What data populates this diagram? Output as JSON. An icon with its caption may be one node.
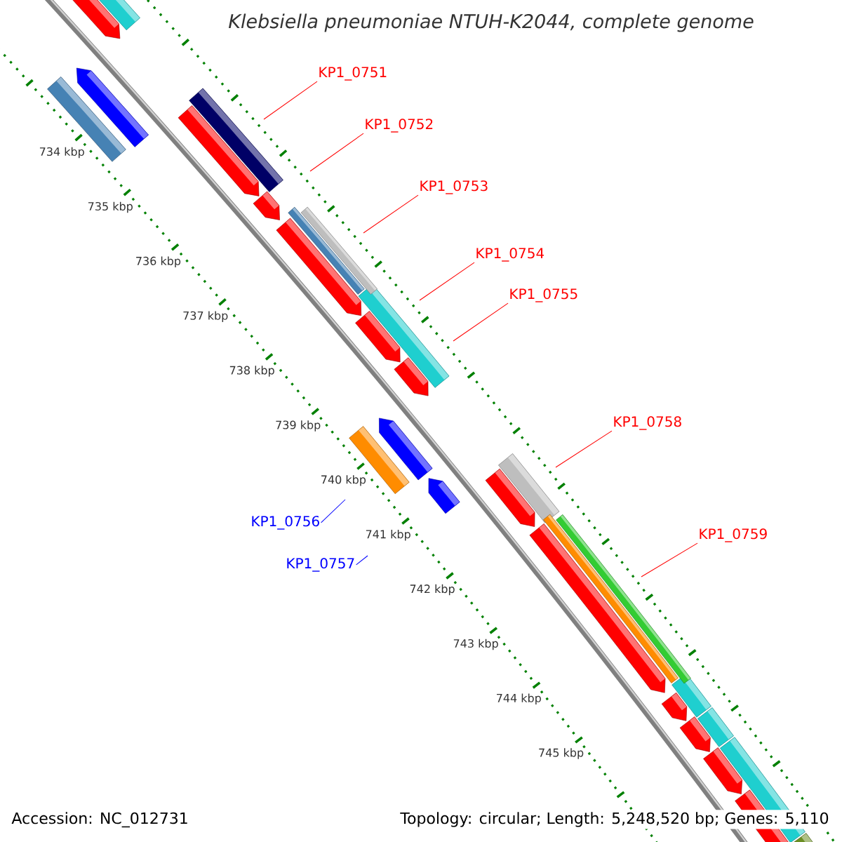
{
  "diagram": {
    "title": "Klebsiella pneumoniae NTUH-K2044, complete genome",
    "nodes": [
      {
        "text": [
          "KP1_0751"
        ]
      },
      {
        "text": [
          "KP1_0752"
        ]
      },
      {
        "text": [
          "KP1_0753"
        ]
      },
      {
        "text": [
          "KP1_0754"
        ]
      },
      {
        "text": [
          "KP1_0755"
        ]
      },
      {
        "text": [
          "KP1_0758"
        ]
      },
      {
        "text": [
          "KP1_0756"
        ]
      },
      {
        "text": [
          "KP1_0759"
        ]
      },
      {
        "text": [
          "KP1_0757"
        ]
      }
    ],
    "edges": [
      {
        "from": 0,
        "to": null,
        "arrow": "none"
      },
      {
        "from": 1,
        "to": null,
        "arrow": "none"
      },
      {
        "from": 2,
        "to": null,
        "arrow": "none"
      },
      {
        "from": 3,
        "to": null,
        "arrow": "none"
      },
      {
        "from": 4,
        "to": null,
        "arrow": "none"
      },
      {
        "from": 5,
        "to": null,
        "arrow": "none"
      },
      {
        "from": 6,
        "to": null,
        "arrow": "none",
        "color": "#0000ff"
      },
      {
        "from": 7,
        "to": null,
        "arrow": "none"
      },
      {
        "from": 8,
        "to": null,
        "arrow": "none",
        "color": "#0000ff"
      }
    ],
    "labels": [
      "734 kbp",
      "735 kbp",
      "736 kbp",
      "737 kbp",
      "738 kbp",
      "739 kbp",
      "740 kbp",
      "741 kbp",
      "742 kbp",
      "743 kbp",
      "744 kbp",
      "745 kbp",
      "Accession: NC_012731",
      "Topology: circular; Length: 5,248,520 bp; Genes: 5,110"
    ]
  }
}
